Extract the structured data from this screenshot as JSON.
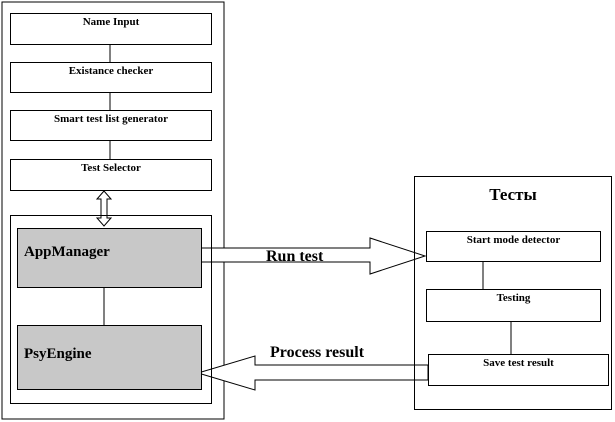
{
  "left_column": {
    "boxes": [
      {
        "label": "Name Input"
      },
      {
        "label": "Existance checker"
      },
      {
        "label": "Smart test list generator"
      },
      {
        "label": "Test Selector"
      }
    ],
    "inner_panel": {
      "app_manager": "AppManager",
      "psy_engine": "PsyEngine"
    }
  },
  "tests_panel": {
    "title": "Тесты",
    "boxes": [
      {
        "label": "Start mode detector"
      },
      {
        "label": "Testing"
      },
      {
        "label": "Save test result"
      }
    ]
  },
  "arrows": {
    "run_test": "Run test",
    "process_result": "Process result"
  }
}
